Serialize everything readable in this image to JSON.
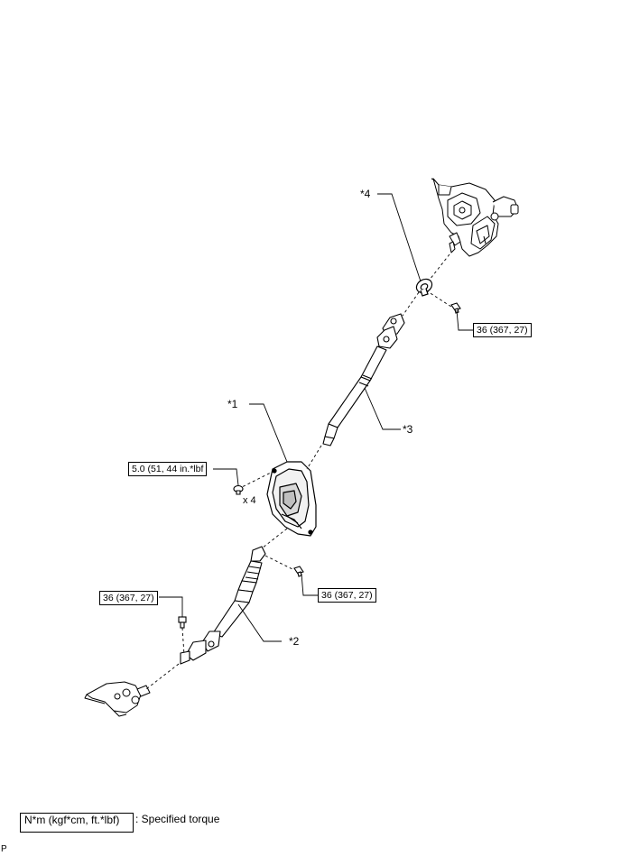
{
  "callouts": {
    "c1": "*1",
    "c2": "*2",
    "c3": "*3",
    "c4": "*4",
    "qty": "x 4"
  },
  "torques": {
    "upper_joint_bolt": "36 (367, 27)",
    "cover_bolts": "5.0 (51, 44 in.*lbf",
    "middle_joint_bolt": "36 (367, 27)",
    "lower_joint_bolt": "36 (367, 27)"
  },
  "legend": {
    "box_text": "N*m (kgf*cm, ft.*lbf)",
    "description": ": Specified torque"
  },
  "page_mark": "P"
}
